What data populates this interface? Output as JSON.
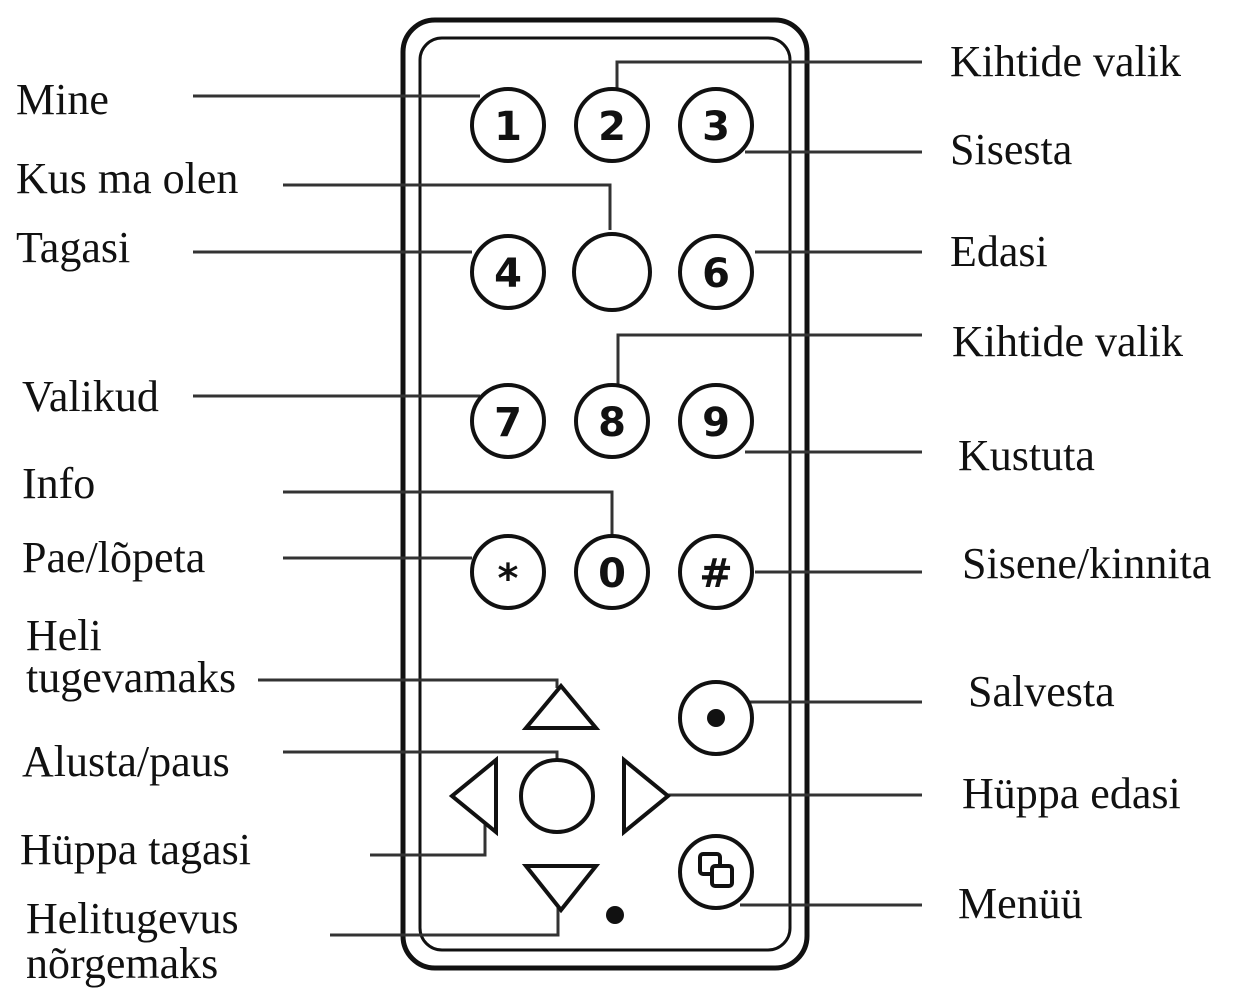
{
  "left_labels": {
    "mine": "Mine",
    "kus_ma_olen": "Kus ma olen",
    "tagasi": "Tagasi",
    "valikud": "Valikud",
    "info": "Info",
    "pae_lopeta": "Pae/lõpeta",
    "heli_tugevamaks_1": "Heli",
    "heli_tugevamaks_2": "tugevamaks",
    "alusta_paus": "Alusta/paus",
    "huppa_tagasi": "Hüppa tagasi",
    "helitugevus_norgemaks_1": "Helitugevus",
    "helitugevus_norgemaks_2": "nõrgemaks"
  },
  "right_labels": {
    "kihtide_valik_1": "Kihtide valik",
    "sisesta": "Sisesta",
    "edasi": "Edasi",
    "kihtide_valik_2": "Kihtide valik",
    "kustuta": "Kustuta",
    "sisene_kinnita": "Sisene/kinnita",
    "salvesta": "Salvesta",
    "huppa_edasi": "Hüppa edasi",
    "menuu": "Menüü"
  },
  "keys": {
    "k1": "1",
    "k2": "2",
    "k3": "3",
    "k4": "4",
    "k6": "6",
    "k7": "7",
    "k8": "8",
    "k9": "9",
    "kstar": "*",
    "k0": "0",
    "khash": "#"
  },
  "icons": {
    "up": "triangle-up-icon",
    "down": "triangle-down-icon",
    "left": "triangle-left-icon",
    "right": "triangle-right-icon",
    "play": "circle-icon",
    "record": "record-dot-icon",
    "menu": "menu-icon"
  }
}
